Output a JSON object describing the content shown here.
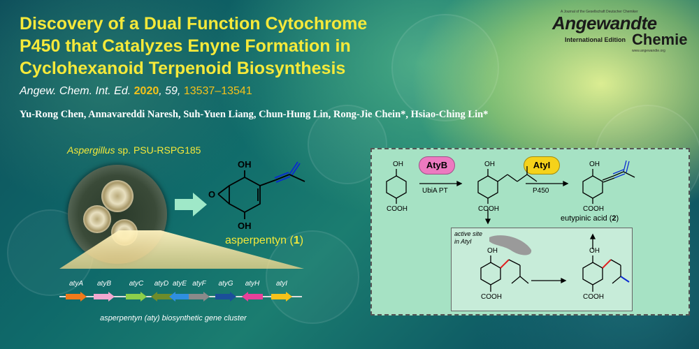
{
  "title": "Discovery of a Dual Function Cytochrome P450 that Catalyzes Enyne Formation in Cyclohexanoid Terpenoid Biosynthesis",
  "citation": {
    "journal": "Angew. Chem. Int. Ed.",
    "year": "2020",
    "volume": "59",
    "pages": "13537–13541"
  },
  "authors": "Yu-Rong Chen,  Annavareddi Naresh,  Suh-Yuen Liang,  Chun-Hung Lin,  Rong-Jie Chein*,  Hsiao-Ching Lin*",
  "logo": {
    "top_line": "A Journal of the Gesellschaft Deutscher Chemiker",
    "main": "Angewandte",
    "sub": "International Edition",
    "chemie": "Chemie",
    "url": "www.angewandte.org"
  },
  "organism": {
    "genus": "Aspergillus",
    "rest": " sp. PSU-RSPG185"
  },
  "molecule": {
    "name": "asperpentyn (",
    "number": "1",
    "close": ")",
    "oh": "OH",
    "o": "O"
  },
  "genes": [
    {
      "label": "atyA",
      "color": "#f07a1a"
    },
    {
      "label": "atyB",
      "color": "#f2a8d0"
    },
    {
      "label": "atyC",
      "color": "#8ccf4a"
    },
    {
      "label": "atyD",
      "color": "#6e8c2a"
    },
    {
      "label": "atyE",
      "color": "#2f8fe0"
    },
    {
      "label": "atyF",
      "color": "#8a8a8a"
    },
    {
      "label": "atyG",
      "color": "#1b4f9a"
    },
    {
      "label": "atyH",
      "color": "#e8409a"
    },
    {
      "label": "atyI",
      "color": "#f5c21a"
    }
  ],
  "cluster_label": "asperpentyn (aty) biosynthetic gene cluster",
  "pathway": {
    "enzyme1": "AtyB",
    "enzyme1_sub": "UbiA PT",
    "enzyme2": "AtyI",
    "enzyme2_sub": "P450",
    "product": "eutypinic acid (",
    "product_num": "2",
    "product_close": ")",
    "active_site_1": "active site",
    "active_site_2": "in AtyI",
    "oh": "OH",
    "cooh": "COOH"
  }
}
